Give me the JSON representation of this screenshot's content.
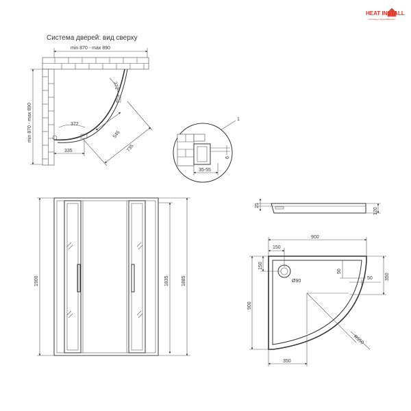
{
  "brand": {
    "name": "HEAT INSTALL",
    "tagline": "отопление и водоснабжение"
  },
  "top_view": {
    "title": "Система дверей: вид сверху",
    "dim_width": "min 870 - max 890",
    "dim_height": "min 870 - max 890",
    "dim_arc_top": "372",
    "dim_arc_left": "372",
    "dim_545": "545",
    "dim_735": "735",
    "dim_335": "335"
  },
  "detail": {
    "callout": "1",
    "dim_35_55": "35-55",
    "dim_6": "6"
  },
  "front_view": {
    "dim_1900": "1900",
    "dim_1835": "1835",
    "dim_1885": "1885"
  },
  "tray_side": {
    "dim_25": "25",
    "dim_120": "120"
  },
  "tray_top": {
    "dim_900_top": "900",
    "dim_900_left": "900",
    "dim_150_top": "150",
    "dim_150_left": "150",
    "dim_50_a": "50",
    "dim_50_b": "50",
    "dim_350_right": "350",
    "dim_350_bottom": "350",
    "drain": "Ø90",
    "radius": "R550"
  }
}
